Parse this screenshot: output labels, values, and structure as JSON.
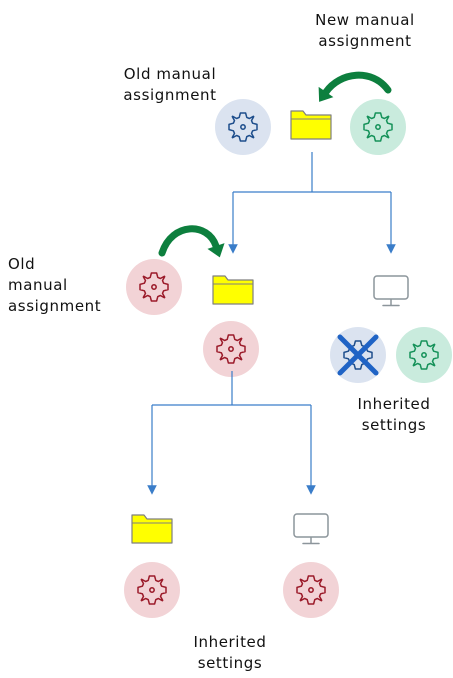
{
  "labels": {
    "new_manual_line1": "New manual",
    "new_manual_line2": "assignment",
    "old_manual_top_line1": "Old manual",
    "old_manual_top_line2": "assignment",
    "old_manual_mid_line1": "Old",
    "old_manual_mid_line2": "manual",
    "old_manual_mid_line3": "assignment",
    "inherited_right_line1": "Inherited",
    "inherited_right_line2": "settings",
    "inherited_bottom_line1": "Inherited",
    "inherited_bottom_line2": "settings"
  },
  "colors": {
    "blue_policy_fill": "#dbe3f0",
    "blue_policy_stroke": "#1e4e8c",
    "green_policy_fill": "#c9ebdd",
    "green_policy_stroke": "#16925a",
    "red_policy_fill": "#f2d3d6",
    "red_policy_stroke": "#9b1b2a",
    "folder_fill": "#ffff00",
    "folder_stroke": "#7f7f7f",
    "monitor_stroke": "#8c959b",
    "connector": "#3a7dc9",
    "curved_arrow": "#0d7f3e",
    "strike_mark": "#1f63c5"
  },
  "icons": {
    "policy": "gear-icon",
    "group": "folder-icon",
    "device": "monitor-icon",
    "assignment": "curved-arrow-icon",
    "overridden": "cross-icon"
  }
}
